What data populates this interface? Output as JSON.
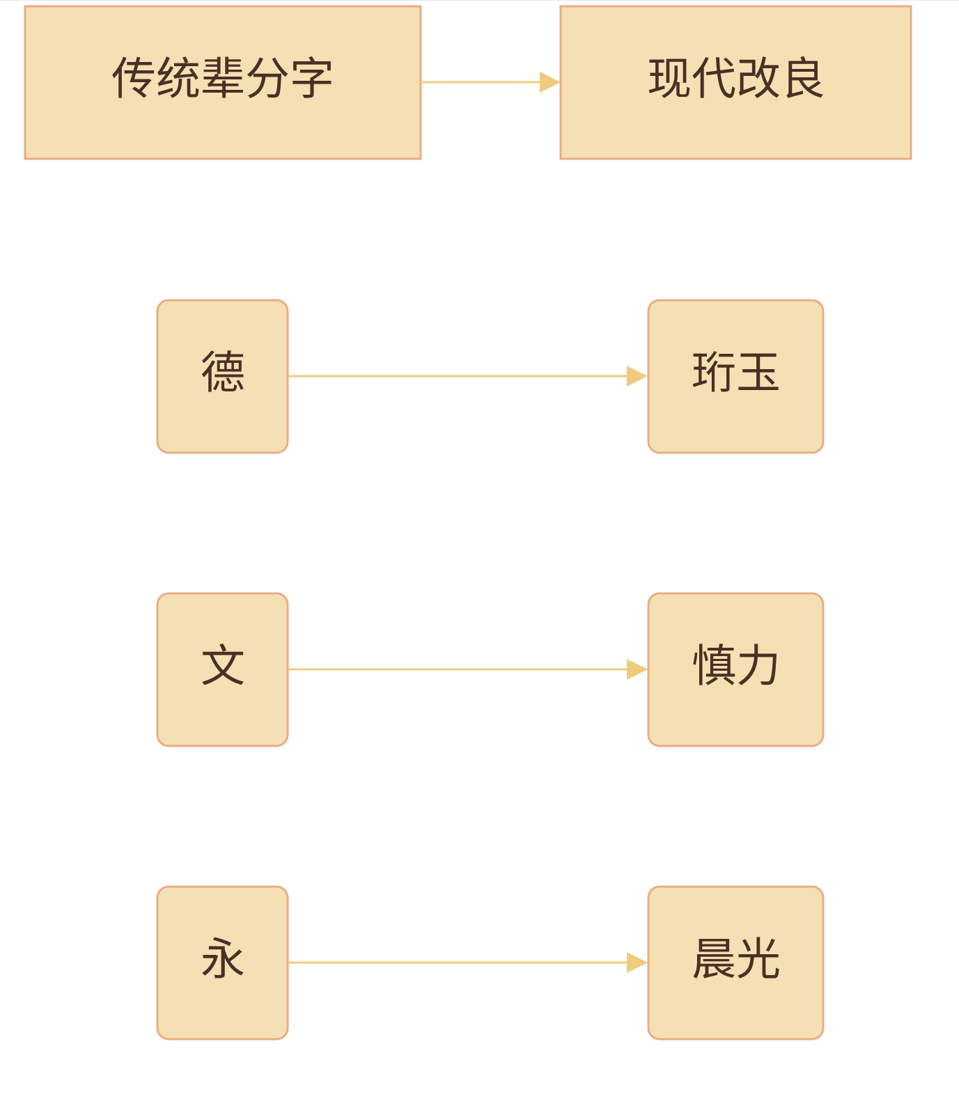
{
  "colors": {
    "node_fill": "#f5e0b3",
    "node_stroke": "#e8ad84",
    "edge": "#efcb7d",
    "text": "#4a2f24"
  },
  "header": {
    "left_label": "传统辈分字",
    "right_label": "现代改良"
  },
  "pairs": [
    {
      "traditional": "德",
      "modern": "珩玉"
    },
    {
      "traditional": "文",
      "modern": "慎力"
    },
    {
      "traditional": "永",
      "modern": "晨光"
    }
  ]
}
